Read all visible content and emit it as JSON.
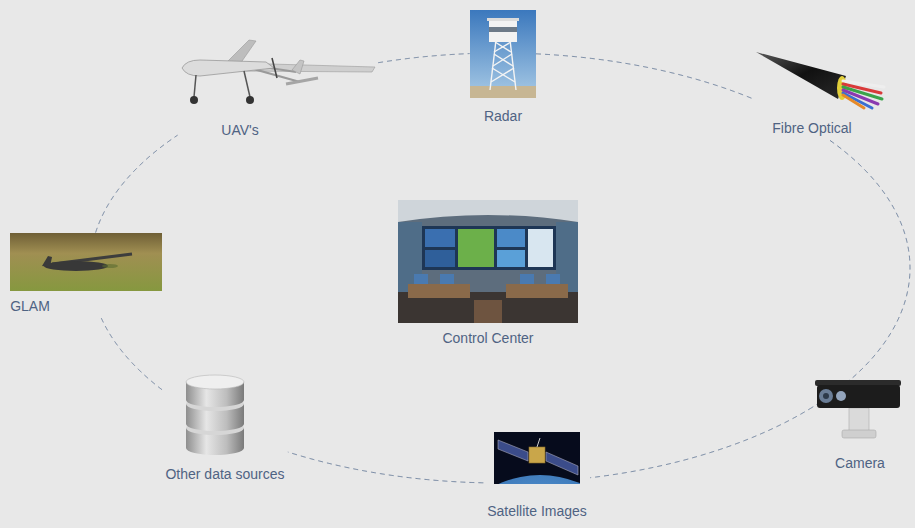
{
  "diagram": {
    "nodes": [
      {
        "text": [
          "UAV's"
        ]
      },
      {
        "text": [
          "Radar"
        ]
      },
      {
        "text": [
          "Fibre Optical"
        ]
      },
      {
        "text": [
          "Camera"
        ]
      },
      {
        "text": [
          "Satellite Images"
        ]
      },
      {
        "text": [
          "Other data sources"
        ]
      },
      {
        "text": [
          "GLAM"
        ]
      },
      {
        "text": [
          "Control Center"
        ]
      }
    ],
    "edges": [
      {
        "from": 0,
        "to": 1,
        "arrow": "none"
      },
      {
        "from": 1,
        "to": 2,
        "arrow": "none"
      },
      {
        "from": 2,
        "to": 3,
        "arrow": "none"
      },
      {
        "from": 3,
        "to": 4,
        "arrow": "none"
      },
      {
        "from": 4,
        "to": 5,
        "arrow": "none"
      },
      {
        "from": 5,
        "to": 6,
        "arrow": "none"
      },
      {
        "from": 6,
        "to": 0,
        "arrow": "none"
      }
    ]
  }
}
